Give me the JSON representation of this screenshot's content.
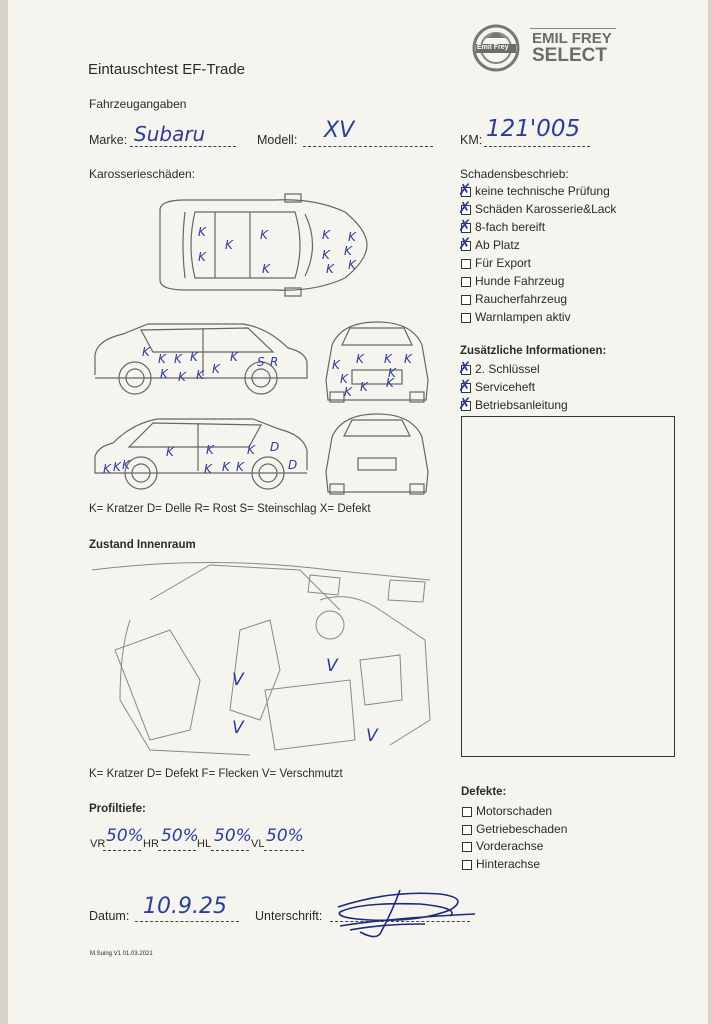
{
  "header": {
    "title": "Eintauschtest EF-Trade",
    "logo_small": "Emil Frey",
    "logo_line1": "EMIL FREY",
    "logo_line2": "SELECT"
  },
  "vehicle": {
    "section": "Fahrzeugangaben",
    "marke_label": "Marke:",
    "marke_value": "Subaru",
    "modell_label": "Modell:",
    "modell_value": "XV",
    "km_label": "KM:",
    "km_value": "121'005"
  },
  "body_damage": {
    "section": "Karosserieschäden:",
    "legend": "K= Kratzer D= Delle R= Rost S= Steinschlag X= Defekt",
    "marks": [
      "K",
      "K",
      "K",
      "K",
      "K",
      "K",
      "K",
      "K",
      "K",
      "K",
      "K",
      "K",
      "K",
      "K",
      "K",
      "K",
      "K",
      "K",
      "K",
      "K",
      "K",
      "K",
      "K",
      "K",
      "K",
      "K",
      "K",
      "K",
      "K",
      "K",
      "K",
      "K",
      "K",
      "K",
      "K",
      "D",
      "D",
      "S",
      "R",
      "K",
      "K",
      "K"
    ]
  },
  "damage_description": {
    "section": "Schadensbeschrieb:",
    "items": [
      {
        "label": "keine technische Prüfung",
        "checked": true
      },
      {
        "label": "Schäden Karosserie&Lack",
        "checked": true
      },
      {
        "label": "8-fach bereift",
        "checked": true
      },
      {
        "label": "Ab Platz",
        "checked": true
      },
      {
        "label": "Für Export",
        "checked": false
      },
      {
        "label": "Hunde Fahrzeug",
        "checked": false
      },
      {
        "label": "Raucherfahrzeug",
        "checked": false
      },
      {
        "label": "Warnlampen aktiv",
        "checked": false
      }
    ]
  },
  "additional": {
    "section": "Zusätzliche Informationen:",
    "items": [
      {
        "label": "2. Schlüssel",
        "checked": true
      },
      {
        "label": "Serviceheft",
        "checked": true
      },
      {
        "label": "Betriebsanleitung",
        "checked": true
      }
    ]
  },
  "interior": {
    "section": "Zustand Innenraum",
    "legend": "K= Kratzer D= Defekt F= Flecken V= Verschmutzt",
    "marks": [
      "V",
      "V",
      "V",
      "V"
    ]
  },
  "tires": {
    "section": "Profiltiefe:",
    "vr_label": "VR",
    "vr_value": "50%",
    "hr_label": "HR",
    "hr_value": "50%",
    "hl_label": "HL",
    "hl_value": "50%",
    "vl_label": "VL",
    "vl_value": "50%"
  },
  "defects": {
    "section": "Defekte:",
    "items": [
      {
        "label": "Motorschaden",
        "checked": false
      },
      {
        "label": "Getriebeschaden",
        "checked": false
      },
      {
        "label": "Vorderachse",
        "checked": false
      },
      {
        "label": "Hinterachse",
        "checked": false
      }
    ]
  },
  "footer": {
    "datum_label": "Datum:",
    "datum_value": "10.9.25",
    "unterschrift_label": "Unterschrift:",
    "version": "M.Suing V1 01.03.2021"
  }
}
